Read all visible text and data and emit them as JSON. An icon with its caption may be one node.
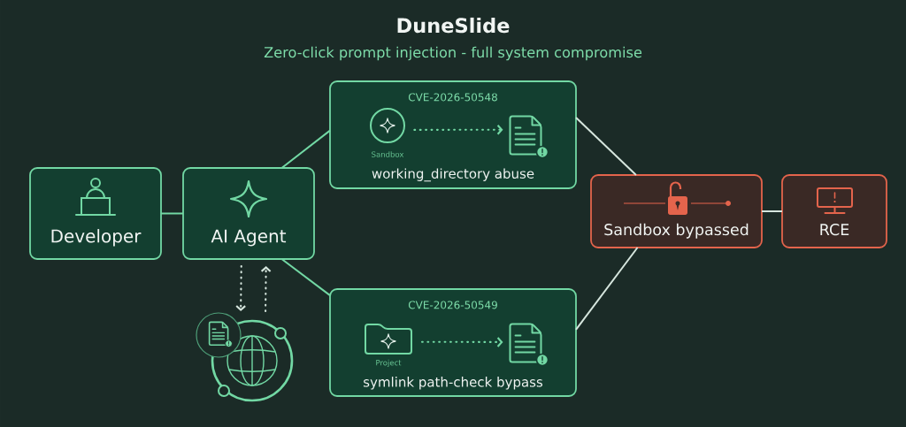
{
  "diagram": {
    "title": "DuneSlide",
    "nodes": [
      {
        "text": [
          "Developer"
        ]
      },
      {
        "text": [
          "AI Agent"
        ]
      },
      {
        "text": [
          "CVE-2026-50548",
          "working_directory abuse"
        ]
      },
      {
        "text": [],
        "shape": "circle",
        "beside": [
          "Sandbox"
        ],
        "in": 2
      },
      {
        "text": [],
        "shape": "picture",
        "in": 2
      },
      {
        "text": [
          "CVE-2026-50549",
          "symlink path-check bypass"
        ]
      },
      {
        "text": [],
        "shape": "picture",
        "beside": [
          "Project"
        ],
        "in": 5
      },
      {
        "text": [],
        "shape": "picture",
        "in": 5
      },
      {
        "text": [
          "Sandbox bypassed"
        ]
      },
      {
        "text": [
          "RCE"
        ]
      },
      {
        "text": [],
        "shape": "picture"
      }
    ],
    "edges": [
      {
        "from": 0,
        "to": 1,
        "arrow": "none"
      },
      {
        "from": 1,
        "to": 2,
        "arrow": "none"
      },
      {
        "from": 1,
        "to": 5,
        "arrow": "none"
      },
      {
        "from": 3,
        "to": 4,
        "arrow": "to",
        "style": "dashed"
      },
      {
        "from": 6,
        "to": 7,
        "arrow": "to",
        "style": "dashed"
      },
      {
        "from": 2,
        "to": 8,
        "arrow": "none",
        "color": "#d6e6de"
      },
      {
        "from": 5,
        "to": 8,
        "arrow": "none",
        "color": "#d6e6de"
      },
      {
        "from": 8,
        "to": 9,
        "arrow": "none",
        "color": "#d6e6de"
      },
      {
        "from": 1,
        "to": 10,
        "arrow": "to",
        "style": "dashed",
        "color": "#d6e6de"
      },
      {
        "from": 10,
        "to": 1,
        "arrow": "to",
        "style": "dashed",
        "color": "#d6e6de"
      }
    ],
    "labels": [
      "Zero-click prompt injection - full system compromise"
    ]
  }
}
